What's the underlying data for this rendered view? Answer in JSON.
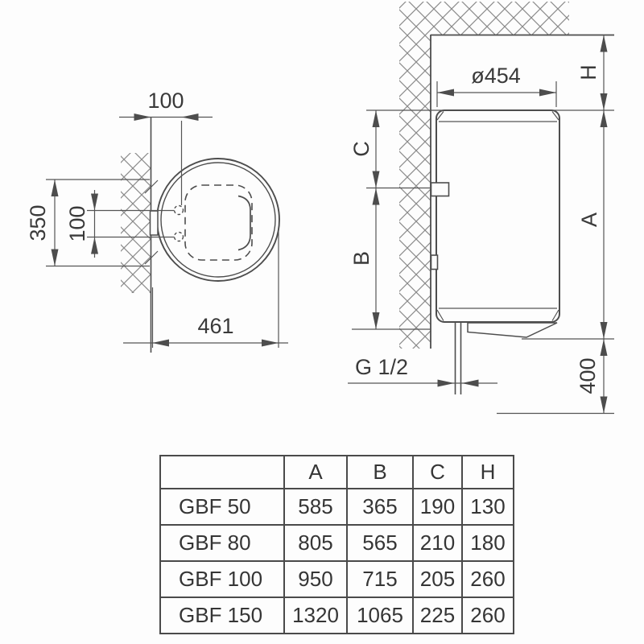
{
  "drawing": {
    "top_view": {
      "wall_offset": "100",
      "bracket_span": "350",
      "hole_spacing": "100",
      "diameter": "461"
    },
    "side_view": {
      "diameter": "ø454",
      "dim_h": "H",
      "dim_c": "C",
      "dim_b": "B",
      "dim_a": "A",
      "pipe_thread": "G 1/2",
      "floor_clearance": "400"
    }
  },
  "spec_table": {
    "columns": [
      "A",
      "B",
      "C",
      "H"
    ],
    "rows": [
      {
        "model": "GBF 50",
        "A": "585",
        "B": "365",
        "C": "190",
        "H": "130"
      },
      {
        "model": "GBF 80",
        "A": "805",
        "B": "565",
        "C": "210",
        "H": "180"
      },
      {
        "model": "GBF 100",
        "A": "950",
        "B": "715",
        "C": "205",
        "H": "260"
      },
      {
        "model": "GBF 150",
        "A": "1320",
        "B": "1065",
        "C": "225",
        "H": "260"
      }
    ]
  },
  "colors": {
    "line": "#4d4d4d",
    "text": "#3a3a3a",
    "hatch": "#8a8a8a",
    "background": "#fdfdfd"
  }
}
